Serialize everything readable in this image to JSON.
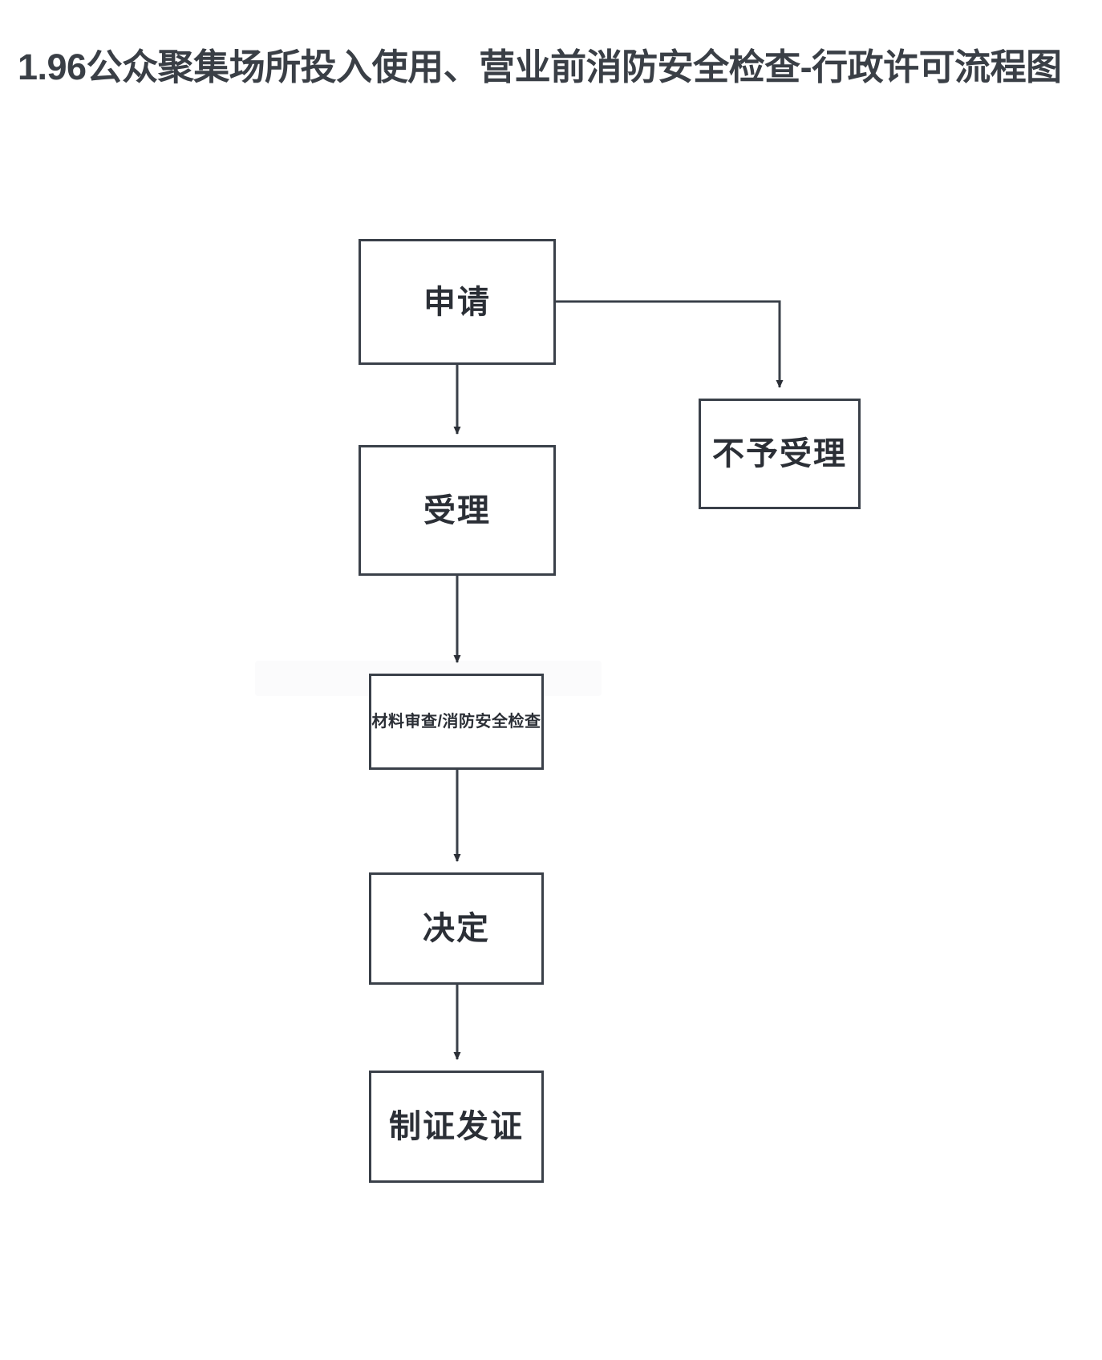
{
  "page": {
    "title": "1.96公众聚集场所投入使用、营业前消防安全检查-行政许可流程图",
    "background_color": "#ffffff",
    "line_color": "#3a4049",
    "text_color": "#2b2f36"
  },
  "flowchart": {
    "type": "flowchart",
    "orientation": "top-to-bottom",
    "nodes": [
      {
        "id": "apply",
        "label": "申请",
        "shape": "rectangle",
        "size": "large"
      },
      {
        "id": "reject",
        "label": "不予受理",
        "shape": "rectangle",
        "size": "large"
      },
      {
        "id": "accept",
        "label": "受理",
        "shape": "rectangle",
        "size": "large"
      },
      {
        "id": "review",
        "label": "材料审查/消防安全检查",
        "shape": "rectangle",
        "size": "small"
      },
      {
        "id": "decision",
        "label": "决定",
        "shape": "rectangle",
        "size": "large"
      },
      {
        "id": "issue",
        "label": "制证发证",
        "shape": "rectangle",
        "size": "large"
      }
    ],
    "edges": [
      {
        "from": "apply",
        "to": "reject",
        "style": "elbow",
        "arrow": "down",
        "label": ""
      },
      {
        "from": "apply",
        "to": "accept",
        "style": "straight",
        "arrow": "down",
        "label": ""
      },
      {
        "from": "accept",
        "to": "review",
        "style": "straight",
        "arrow": "down",
        "label": ""
      },
      {
        "from": "review",
        "to": "decision",
        "style": "straight",
        "arrow": "down",
        "label": ""
      },
      {
        "from": "decision",
        "to": "issue",
        "style": "straight",
        "arrow": "down",
        "label": ""
      }
    ]
  }
}
